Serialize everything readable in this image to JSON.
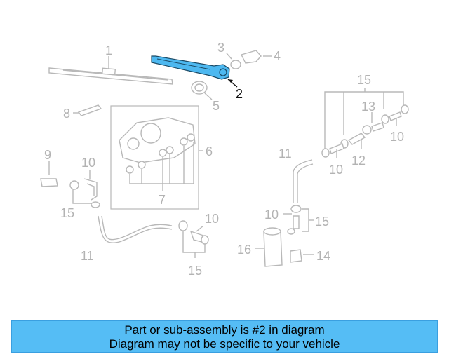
{
  "colors": {
    "highlight": "#4db8f0",
    "part_line": "#b8b8b8",
    "label": "#b3b3b3",
    "banner_bg": "#55bdf5"
  },
  "labels": {
    "l1": "1",
    "l2": "2",
    "l3": "3",
    "l4": "4",
    "l5": "5",
    "l6": "6",
    "l7": "7",
    "l8": "8",
    "l9": "9",
    "l10a": "10",
    "l10b": "10",
    "l10c": "10",
    "l10d": "10",
    "l10e": "10",
    "l11a": "11",
    "l11b": "11",
    "l12": "12",
    "l13": "13",
    "l14": "14",
    "l15a": "15",
    "l15b": "15",
    "l15c": "15",
    "l15d": "15",
    "l16": "16"
  },
  "banner": {
    "line1": "Part or sub-assembly is #2 in diagram",
    "line2": "Diagram may not be specific to your vehicle"
  }
}
